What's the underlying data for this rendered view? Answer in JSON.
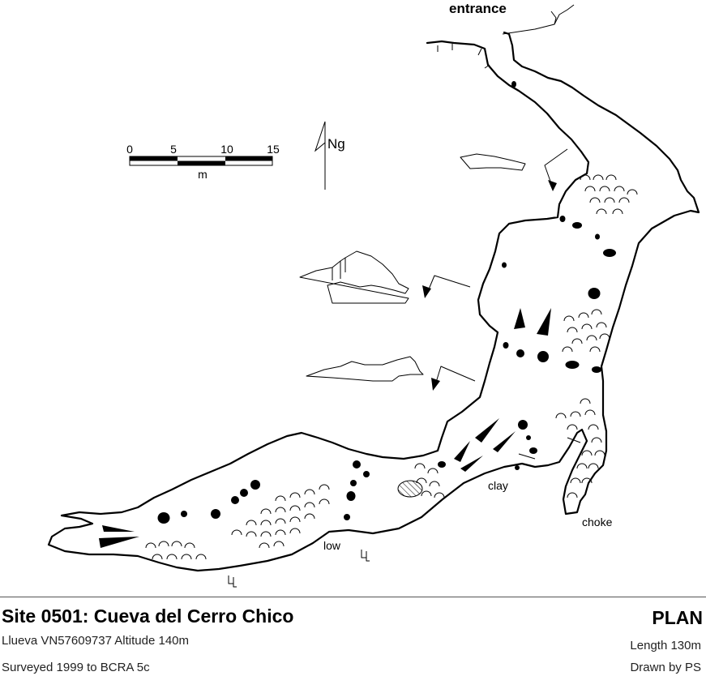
{
  "labels": {
    "entrance": "entrance",
    "north": "Ng",
    "clay": "clay",
    "choke": "choke",
    "low": "low"
  },
  "scale_bar": {
    "ticks": [
      "0",
      "5",
      "10",
      "15"
    ],
    "unit": "m"
  },
  "footer": {
    "title": "Site 0501: Cueva del Cerro Chico",
    "view": "PLAN",
    "location": "Llueva   VN57609737   Altitude 140m",
    "length": "Length 130m",
    "surveyed": "Surveyed 1999 to BCRA 5c",
    "drawn_by": "Drawn by PS"
  },
  "colors": {
    "ink": "#000000",
    "paper": "#ffffff"
  }
}
